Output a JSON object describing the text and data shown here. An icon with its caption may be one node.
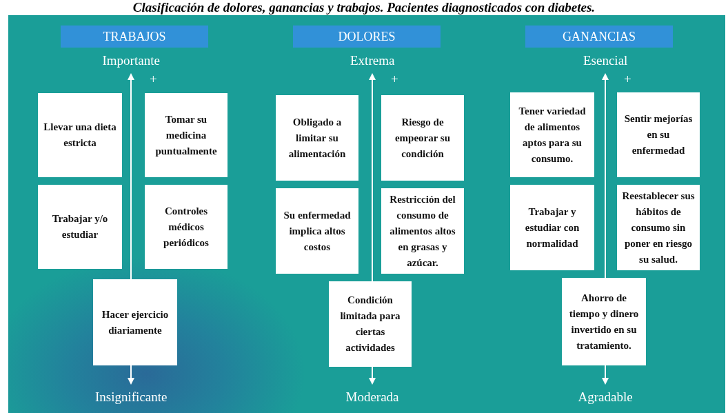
{
  "diagram": {
    "title": "Clasificación de dolores, ganancias y trabajos. Pacientes diagnosticados con diabetes.",
    "nodes": [
      {
        "text": [
          "TRABAJOS"
        ]
      },
      {
        "text": [
          "Llevar una dieta estricta"
        ]
      },
      {
        "text": [
          "Tomar su medicina puntualmente"
        ]
      },
      {
        "text": [
          "Trabajar y/o estudiar"
        ]
      },
      {
        "text": [
          "Controles médicos periódicos"
        ]
      },
      {
        "text": [
          "Hacer ejercicio diariamente"
        ]
      },
      {
        "text": [
          "DOLORES"
        ]
      },
      {
        "text": [
          "Obligado a limitar su alimentación"
        ]
      },
      {
        "text": [
          "Riesgo de empeorar su condición"
        ]
      },
      {
        "text": [
          "Su enfermedad implica altos costos"
        ]
      },
      {
        "text": [
          "Restricción del consumo de alimentos altos en grasas y azúcar."
        ]
      },
      {
        "text": [
          "Condición limitada para ciertas actividades"
        ]
      },
      {
        "text": [
          "GANANCIAS"
        ]
      },
      {
        "text": [
          "Tener variedad de alimentos aptos para su consumo."
        ]
      },
      {
        "text": [
          "Sentir mejorías en su enfermedad"
        ]
      },
      {
        "text": [
          "Trabajar y estudiar con normalidad"
        ]
      },
      {
        "text": [
          "Reestablecer sus hábitos de consumo sin poner en riesgo su salud."
        ]
      },
      {
        "text": [
          "Ahorro de tiempo y dinero invertido en su tratamiento."
        ]
      }
    ],
    "edges": [],
    "labels": [
      "Importante",
      "+",
      "Insignificante",
      "Extrema",
      "+",
      "Moderada",
      "Esencial",
      "+",
      "Agradable"
    ]
  }
}
